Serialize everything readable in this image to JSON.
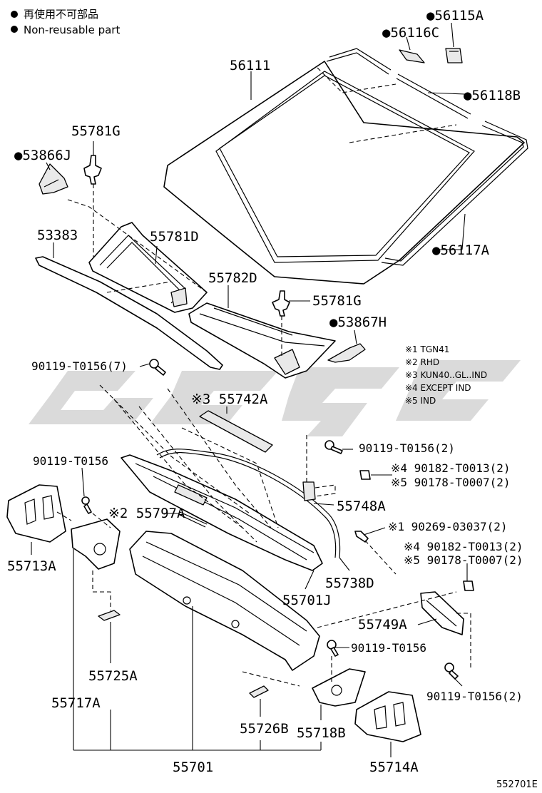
{
  "legend": {
    "bullet_jp": "再使用不可部品",
    "bullet_en": "Non-reusable part"
  },
  "notes": [
    "※1 TGN41",
    "※2 RHD",
    "※3 KUN40..GL..IND",
    "※4 EXCEPT IND",
    "※5 IND"
  ],
  "labels": {
    "p56115A": "●56115A",
    "p56116C": "●56116C",
    "p56111": "56111",
    "p56118B": "●56118B",
    "p55781G_top": "55781G",
    "p53866J": "●53866J",
    "p56117A": "●56117A",
    "p53383": "53383",
    "p55781D": "55781D",
    "p55782D": "55782D",
    "p55781G_mid": "55781G",
    "p53867H": "●53867H",
    "p90119_T0156_7": "90119-T0156(7)",
    "p55742A": "※3 55742A",
    "p90119_T0156_2a": "90119-T0156(2)",
    "p90119_T0156_left": "90119-T0156",
    "p90182_T0013_a": "※4 90182-T0013(2)",
    "p90178_T0007_a": "※5 90178-T0007(2)",
    "p55797A": "※2 55797A",
    "p55748A": "55748A",
    "p90269_03037": "※1 90269-03037(2)",
    "p55713A": "55713A",
    "p90182_T0013_b": "※4 90182-T0013(2)",
    "p90178_T0007_b": "※5 90178-T0007(2)",
    "p55738D": "55738D",
    "p55701J": "55701J",
    "p55749A": "55749A",
    "p90119_T0156_mid": "90119-T0156",
    "p55725A": "55725A",
    "p90119_T0156_2b": "90119-T0156(2)",
    "p55717A": "55717A",
    "p55726B": "55726B",
    "p55718B": "55718B",
    "p55701": "55701",
    "p55714A": "55714A"
  },
  "diagram_code": "552701E"
}
